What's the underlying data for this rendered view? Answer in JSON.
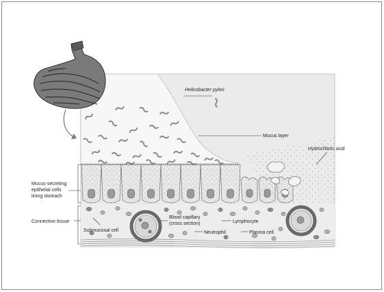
{
  "labels": {
    "helicobacter": "Helicobacter pylori",
    "mucus_layer": "Mucus layer",
    "hydrochloric_acid": "Hydrochloric acid",
    "mucus_secreting": [
      "Mucus-secreting",
      "epithelial cells",
      "lining stomach"
    ],
    "connective_tissue": "Connective tissue",
    "submucosal_cell": "Submucosal cell",
    "blood_capillary": [
      "Blood capillary",
      "(cross section)"
    ],
    "lymphocyte": "Lymphocyte",
    "neutrophil": "Neutrophil",
    "plasma_cell": "Plasma cell"
  },
  "colors": {
    "background_panel": "#ebebeb",
    "mucus": "#f7f7f7",
    "bacteria": "#8c8c8c",
    "cell_outline": "#6e6e6e",
    "nucleus": "#9a9a9a",
    "capillary_wall": "#6a6a6a",
    "stomach_tissue": "#4a4a4a"
  },
  "icons": {
    "stomach": "stomach-illustration-icon",
    "bacterium": "rod-bacterium-icon",
    "arrow": "curved-arrow-icon"
  }
}
